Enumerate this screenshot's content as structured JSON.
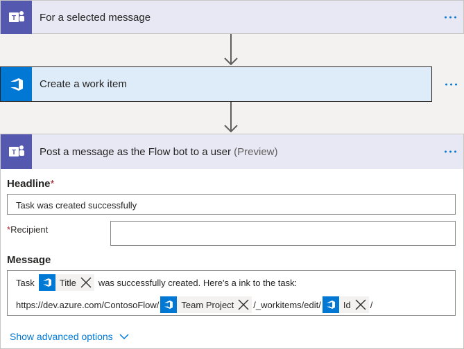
{
  "step1": {
    "title": "For a selected message"
  },
  "step2": {
    "title": "Create a work item"
  },
  "step3": {
    "title": "Post a message as the Flow bot to a user",
    "preview": "(Preview)",
    "headline_label": "Headline",
    "required_mark": "*",
    "headline_value": "Task was created successfully",
    "recipient_label": "Recipient",
    "recipient_value": "",
    "message_label": "Message",
    "message": {
      "line1_prefix": "Task",
      "token_title": "Title",
      "line1_suffix": "was successfully created. Here's a ink to the task:",
      "line2_prefix": "https://dev.azure.com/ContosoFlow/",
      "token_project": "Team Project",
      "line2_mid": "/_workitems/edit/",
      "token_id": "Id",
      "line2_suffix": "/"
    },
    "advanced": "Show advanced options"
  },
  "colors": {
    "teams": "#5558af",
    "devops": "#0078d4",
    "accent": "#0078d4"
  }
}
